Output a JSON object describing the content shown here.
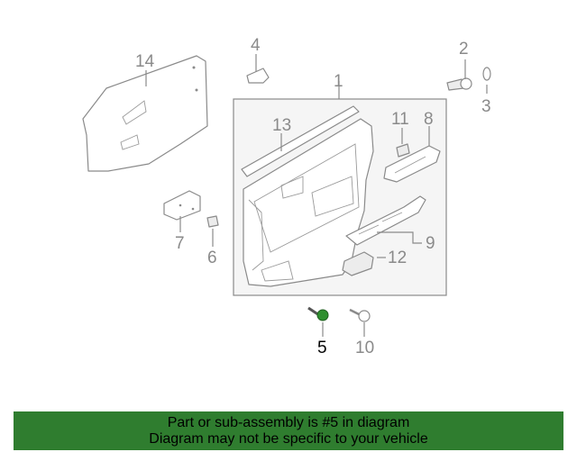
{
  "diagram": {
    "callouts": [
      {
        "id": "1",
        "label": "1"
      },
      {
        "id": "2",
        "label": "2"
      },
      {
        "id": "3",
        "label": "3"
      },
      {
        "id": "4",
        "label": "4"
      },
      {
        "id": "5",
        "label": "5",
        "highlighted": true
      },
      {
        "id": "6",
        "label": "6"
      },
      {
        "id": "7",
        "label": "7"
      },
      {
        "id": "8",
        "label": "8"
      },
      {
        "id": "9",
        "label": "9"
      },
      {
        "id": "10",
        "label": "10"
      },
      {
        "id": "11",
        "label": "11"
      },
      {
        "id": "12",
        "label": "12"
      },
      {
        "id": "13",
        "label": "13"
      },
      {
        "id": "14",
        "label": "14"
      }
    ],
    "highlight_color": "#2f8f2f",
    "line_color": "#8a8a8a"
  },
  "banner": {
    "line1": "Part or sub-assembly is #5 in diagram",
    "line2": "Diagram may not be specific to your vehicle",
    "background": "#2f7d2f"
  }
}
